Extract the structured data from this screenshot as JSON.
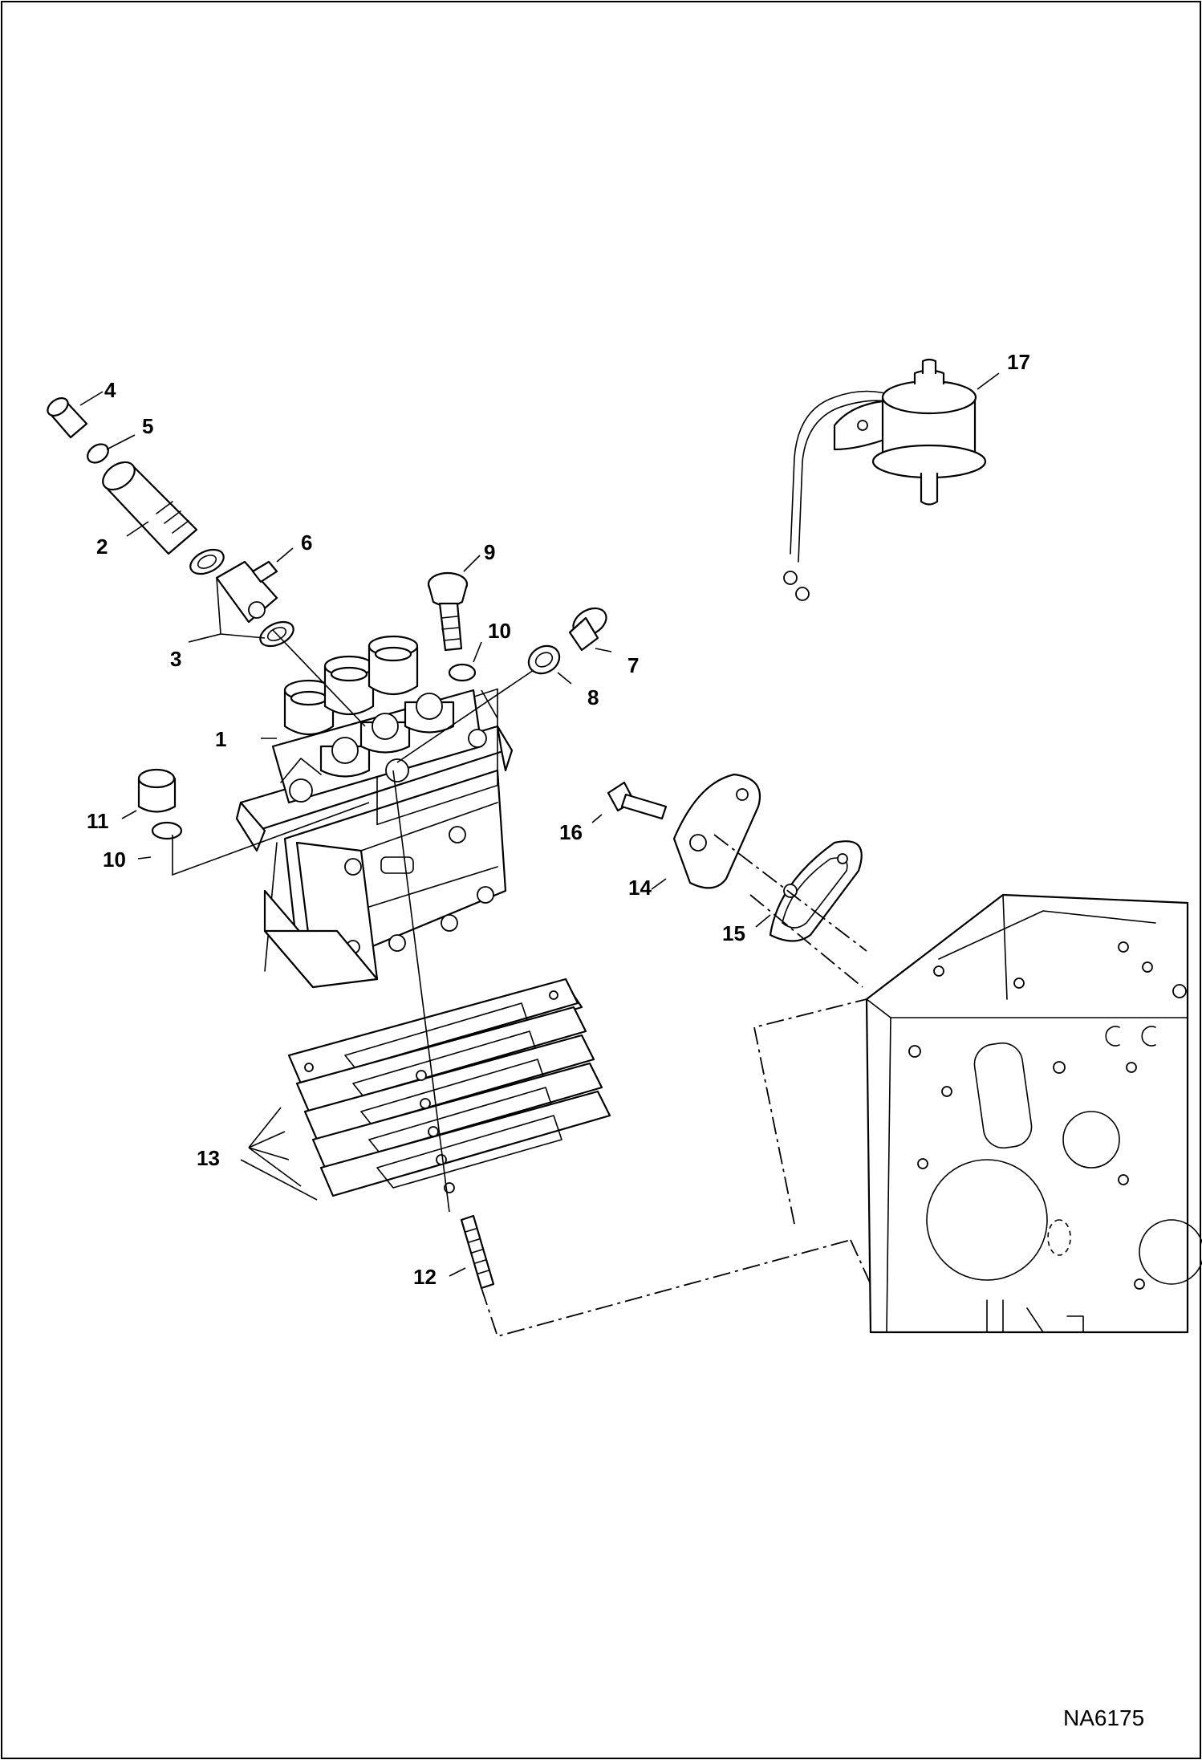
{
  "diagram": {
    "reference_code": "NA6175",
    "callouts": {
      "c1": "1",
      "c2": "2",
      "c3": "3",
      "c4": "4",
      "c5": "5",
      "c6": "6",
      "c7": "7",
      "c8": "8",
      "c9": "9",
      "c10a": "10",
      "c10b": "10",
      "c11": "11",
      "c12": "12",
      "c13": "13",
      "c14": "14",
      "c15": "15",
      "c16": "16",
      "c17": "17"
    }
  }
}
